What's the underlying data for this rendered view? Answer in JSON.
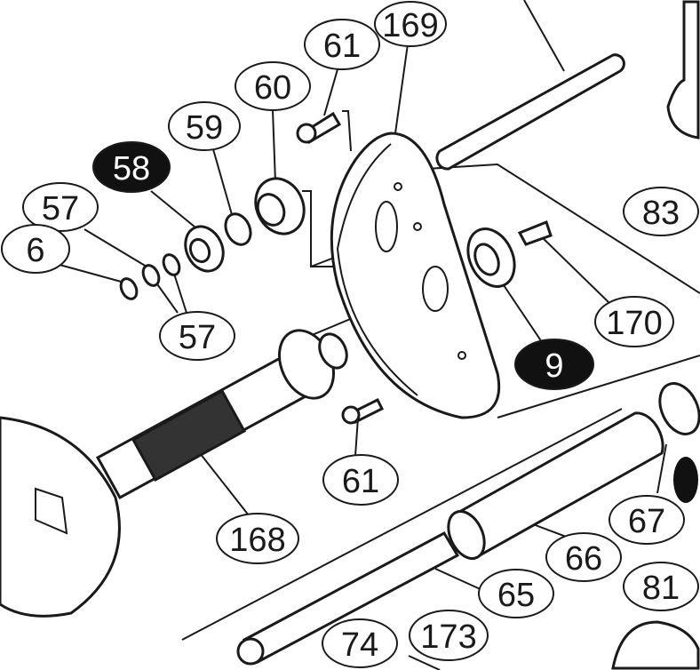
{
  "diagram": {
    "title": "Exploded parts diagram",
    "callouts": [
      {
        "id": "169",
        "label": "169",
        "style": "outline"
      },
      {
        "id": "61-top",
        "label": "61",
        "style": "outline"
      },
      {
        "id": "60",
        "label": "60",
        "style": "outline"
      },
      {
        "id": "59",
        "label": "59",
        "style": "outline"
      },
      {
        "id": "58",
        "label": "58",
        "style": "filled"
      },
      {
        "id": "57-upper",
        "label": "57",
        "style": "outline"
      },
      {
        "id": "56",
        "label": "6",
        "style": "outline"
      },
      {
        "id": "57-lower",
        "label": "57",
        "style": "outline"
      },
      {
        "id": "83",
        "label": "83",
        "style": "outline"
      },
      {
        "id": "170",
        "label": "170",
        "style": "outline"
      },
      {
        "id": "9",
        "label": "9",
        "style": "filled"
      },
      {
        "id": "61-bottom",
        "label": "61",
        "style": "outline"
      },
      {
        "id": "168",
        "label": "168",
        "style": "outline"
      },
      {
        "id": "67",
        "label": "67",
        "style": "outline"
      },
      {
        "id": "66",
        "label": "66",
        "style": "outline"
      },
      {
        "id": "65",
        "label": "65",
        "style": "outline"
      },
      {
        "id": "173",
        "label": "173",
        "style": "outline"
      },
      {
        "id": "81",
        "label": "81",
        "style": "outline"
      },
      {
        "id": "74",
        "label": "74",
        "style": "outline"
      }
    ],
    "colors": {
      "ink": "#1a1a1a",
      "filled_bg": "#111111",
      "paper": "#ffffff"
    }
  }
}
